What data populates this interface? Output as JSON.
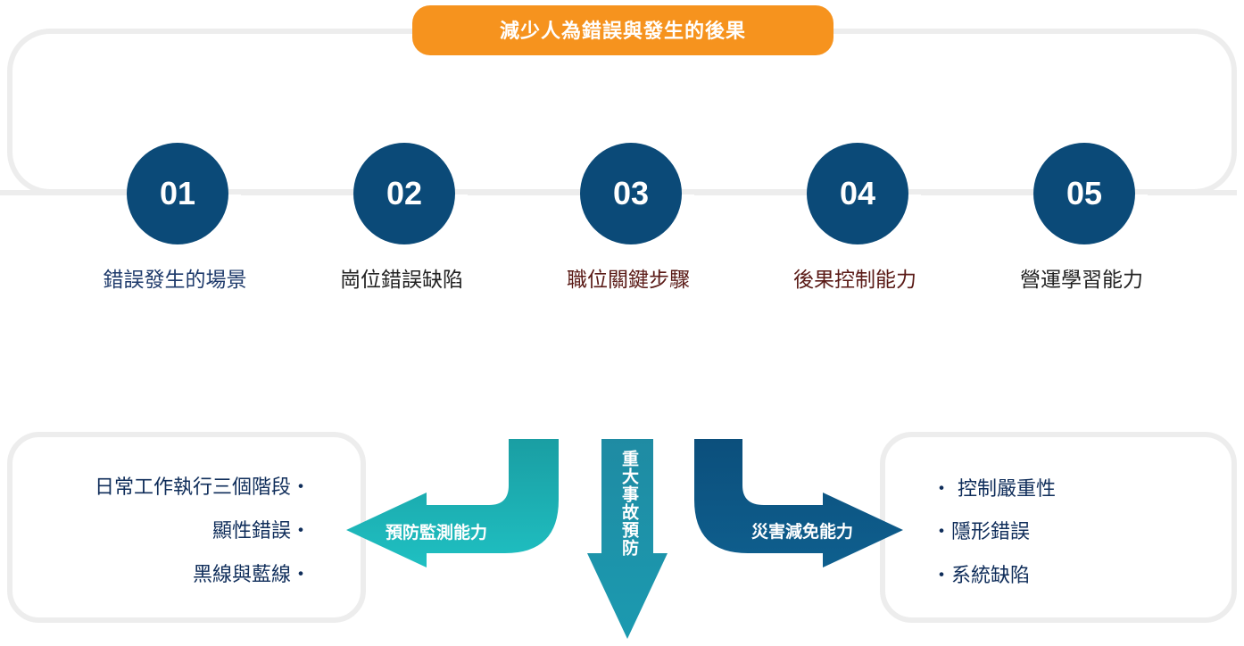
{
  "header": {
    "title": "減少人為錯誤與發生的後果"
  },
  "steps": [
    {
      "number": "01",
      "label": "錯誤發生的場景"
    },
    {
      "number": "02",
      "label": "崗位錯誤缺陷"
    },
    {
      "number": "03",
      "label": "職位關鍵步驟"
    },
    {
      "number": "04",
      "label": "後果控制能力"
    },
    {
      "number": "05",
      "label": "營運學習能力"
    }
  ],
  "left_panel": {
    "items": [
      "日常工作執行三個階段・",
      "顯性錯誤・",
      "黑線與藍線・"
    ]
  },
  "right_panel": {
    "items": [
      "・  控制嚴重性",
      "・隱形錯誤",
      "・系統缺陷"
    ]
  },
  "arrows": {
    "left": "預防監測能力",
    "center": "重大事故預防",
    "right": "災害減免能力"
  },
  "colors": {
    "accent_orange": "#f6931e",
    "navy": "#0b4a78",
    "teal": "#1bb3b6",
    "frame_gray": "#ededed"
  }
}
